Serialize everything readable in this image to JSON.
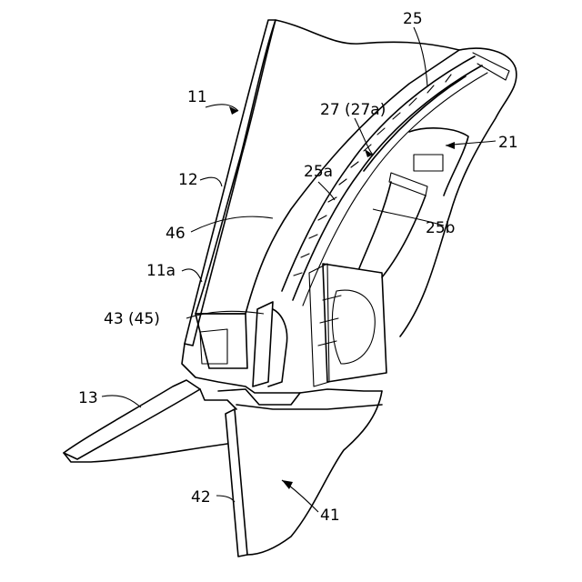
{
  "labels": {
    "l25": "25",
    "l27": "27 (27a)",
    "l21": "21",
    "l11": "11",
    "l12": "12",
    "l25a": "25a",
    "l46": "46",
    "l25b": "25b",
    "l11a": "11a",
    "l43": "43 (45)",
    "l13": "13",
    "l42": "42",
    "l41": "41"
  }
}
